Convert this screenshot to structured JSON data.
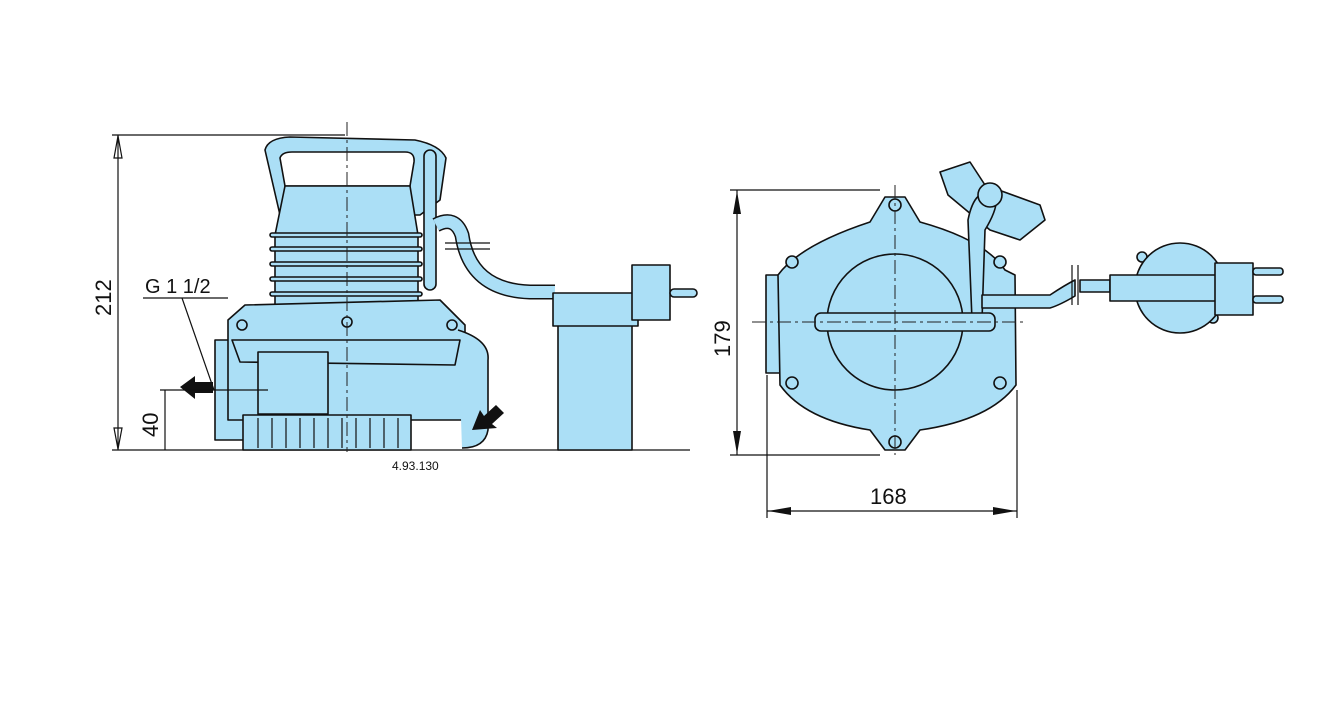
{
  "drawing": {
    "code": "4.93.130",
    "thread_label": "G 1 1/2",
    "dimensions": {
      "total_height": "212",
      "outlet_height": "40",
      "depth": "179",
      "width": "168"
    },
    "fill_color": "#abdff6"
  }
}
